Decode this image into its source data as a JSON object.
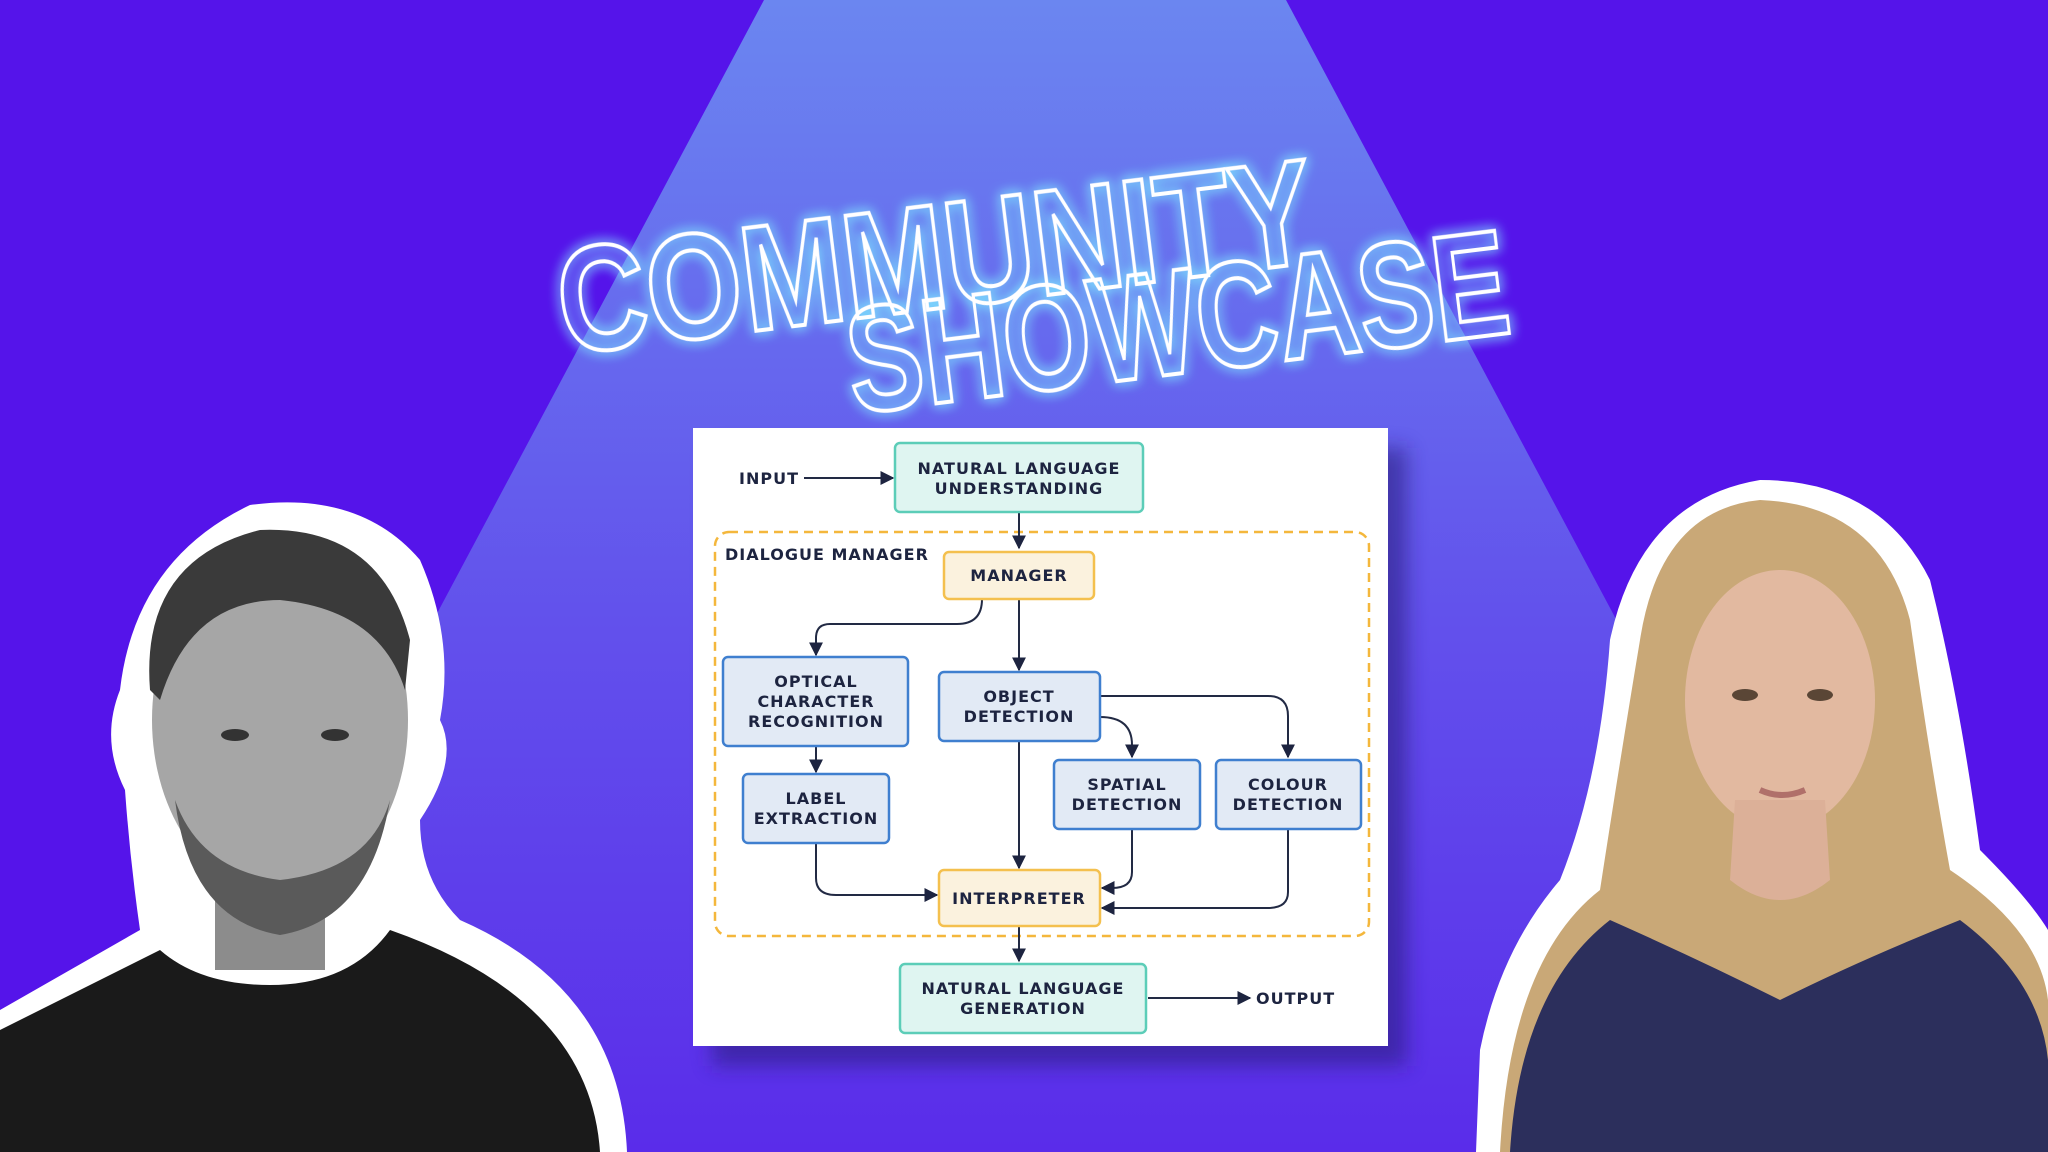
{
  "title": {
    "line1": "COMMUNITY",
    "line2": "SHOWCASE"
  },
  "colors": {
    "background": "#5514ea",
    "spotlight": "#6b86f0",
    "neon": "#7fe9ff",
    "nlu_fill": "#dff5f1",
    "nlu_stroke": "#5ccdb8",
    "manager_fill": "#fbf2de",
    "manager_stroke": "#f4c04e",
    "module_fill": "#e2eaf5",
    "module_stroke": "#3f7fcf"
  },
  "diagram": {
    "input": "INPUT",
    "output": "OUTPUT",
    "nlu": [
      "NATURAL LANGUAGE",
      "UNDERSTANDING"
    ],
    "dialogue_manager": "DIALOGUE MANAGER",
    "manager": "MANAGER",
    "ocr": [
      "OPTICAL",
      "CHARACTER",
      "RECOGNITION"
    ],
    "object_detection": [
      "OBJECT",
      "DETECTION"
    ],
    "label_extraction": [
      "LABEL",
      "EXTRACTION"
    ],
    "spatial_detection": [
      "SPATIAL",
      "DETECTION"
    ],
    "colour_detection": [
      "COLOUR",
      "DETECTION"
    ],
    "interpreter": "INTERPRETER",
    "nlg": [
      "NATURAL LANGUAGE",
      "GENERATION"
    ]
  }
}
